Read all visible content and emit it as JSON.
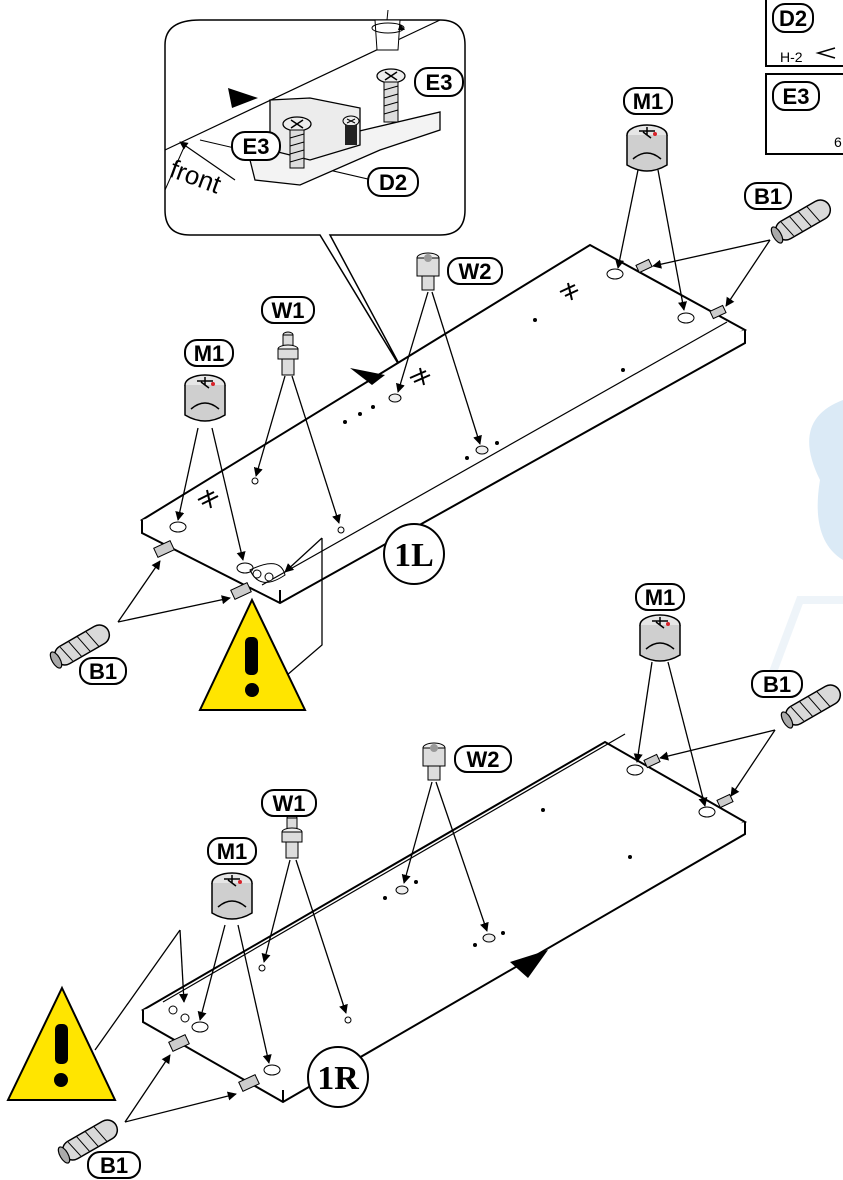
{
  "legend": {
    "d2": {
      "code": "D2",
      "sub": "H-2"
    },
    "e3": {
      "code": "E3",
      "sub": "6"
    }
  },
  "detail": {
    "front": "front",
    "e3_a": "E3",
    "e3_b": "E3",
    "d2": "D2"
  },
  "panel_left": {
    "id": "1L",
    "m1_top": "M1",
    "m1_side": "M1",
    "w1": "W1",
    "w2": "W2",
    "b1_right": "B1",
    "b1_left": "B1"
  },
  "panel_right": {
    "id": "1R",
    "m1_top": "M1",
    "m1_side": "M1",
    "w1": "W1",
    "w2": "W2",
    "b1_right": "B1",
    "b1_left": "B1"
  },
  "colors": {
    "warning_fill": "#ffe500",
    "watermark": "#dbeaf6",
    "cam_grey": "#c9c9c9"
  }
}
